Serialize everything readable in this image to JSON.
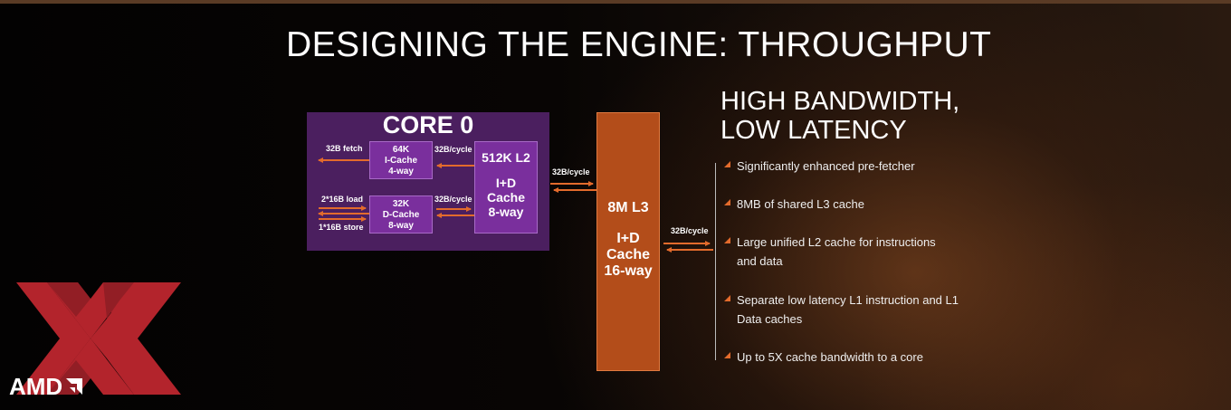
{
  "title": "DESIGNING THE ENGINE: THROUGHPUT",
  "diagram": {
    "core_title": "CORE 0",
    "icache": [
      "64K",
      "I-Cache",
      "4-way"
    ],
    "dcache": [
      "32K",
      "D-Cache",
      "8-way"
    ],
    "l2": {
      "name": "512K L2",
      "lines": [
        "I+D",
        "Cache",
        "8-way"
      ]
    },
    "l3": {
      "name": "8M L3",
      "lines": [
        "I+D",
        "Cache",
        "16-way"
      ]
    },
    "labels": {
      "fetch": "32B fetch",
      "load": "2*16B load",
      "store": "1*16B store",
      "icache_l2": "32B/cycle",
      "dcache_l2": "32B/cycle",
      "l2_l3": "32B/cycle",
      "l3_out": "32B/cycle"
    },
    "colors": {
      "core_bg": "#4b1f5f",
      "core_box": "#7a2f9d",
      "l3": "#b34d1a",
      "arrow": "#e36b2c"
    }
  },
  "right": {
    "title_lines": [
      "HIGH BANDWIDTH,",
      "LOW LATENCY"
    ],
    "bullets": [
      [
        "Significantly enhanced pre-fetcher"
      ],
      [
        "8MB of shared L3 cache"
      ],
      [
        "Large unified L2 cache for instructions",
        "and data"
      ],
      [
        "Separate low latency  L1 instruction and L1",
        "Data caches"
      ],
      [
        "Up to 5X cache bandwidth to a core"
      ]
    ]
  },
  "logo": {
    "text": "AMD",
    "icon": "amd-arrow-icon",
    "mark": "xx-logo"
  }
}
